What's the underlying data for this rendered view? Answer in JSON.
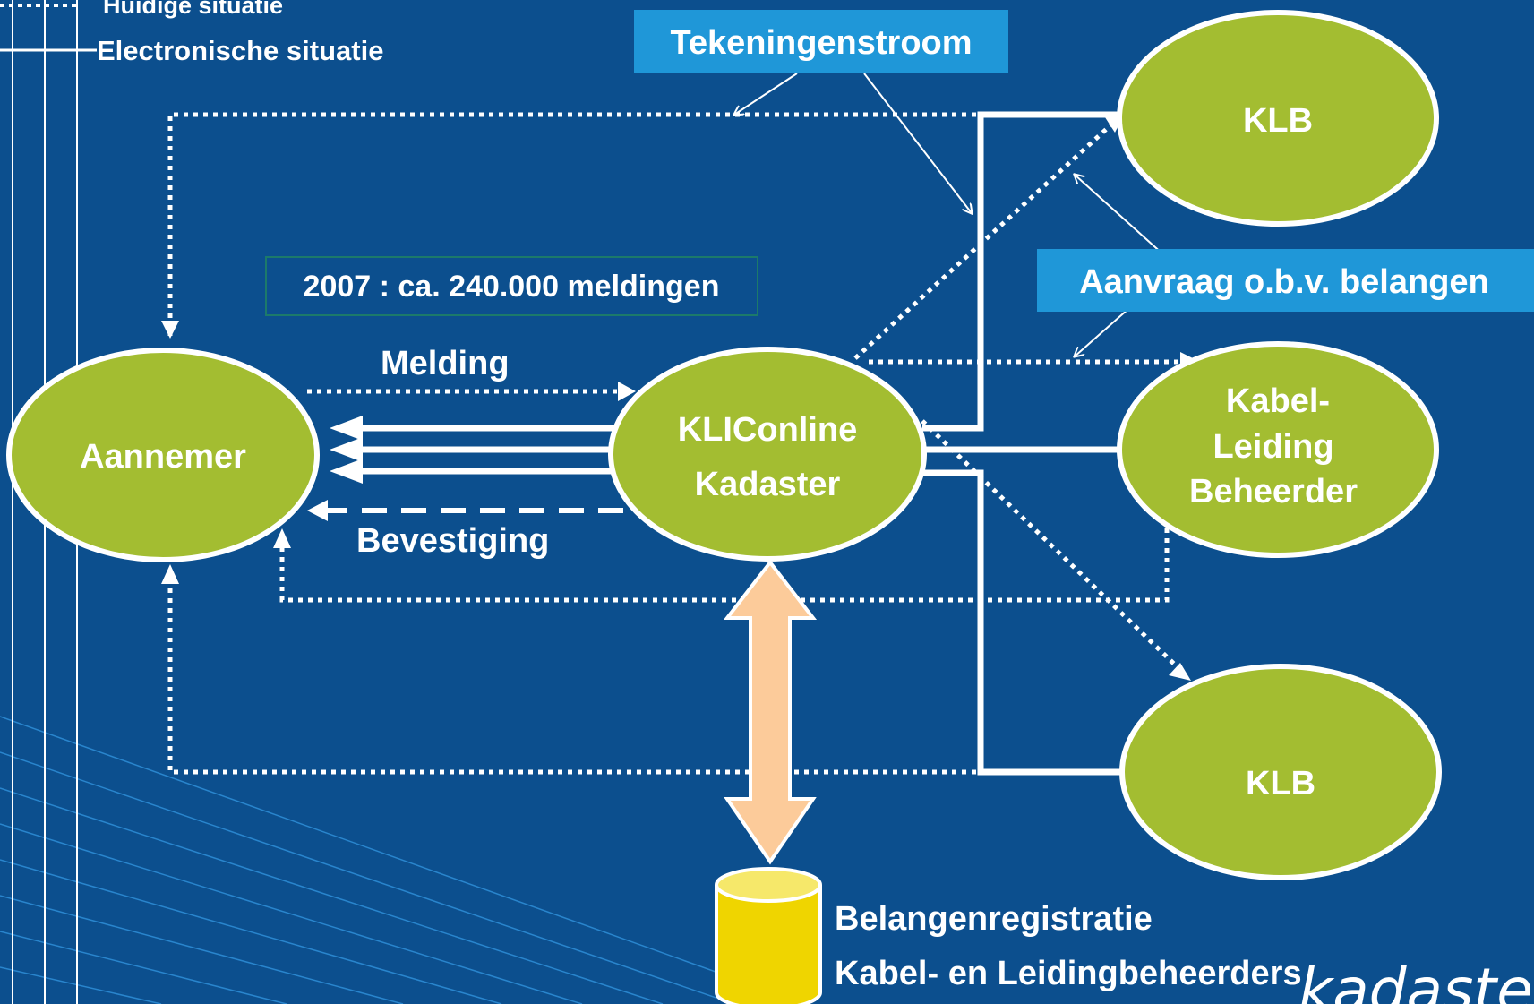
{
  "legend": {
    "current_label": "Huidige situatie",
    "electronic_label": "Electronische situatie"
  },
  "callouts": {
    "drawing_flow": "Tekeningenstroom",
    "request_basis": "Aanvraag o.b.v. belangen",
    "stat_2007": "2007 : ca. 240.000 meldingen"
  },
  "nodes": {
    "aannemer": "Aannemer",
    "kliconline_line1": "KLIConline",
    "kliconline_line2": "Kadaster",
    "klb_top": "KLB",
    "kabel_line1": "Kabel-",
    "kabel_line2": "Leiding",
    "kabel_line3": "Beheerder",
    "klb_bottom": "KLB"
  },
  "edges": {
    "melding": "Melding",
    "bevestiging": "Bevestiging"
  },
  "database": {
    "line1": "Belangenregistratie",
    "line2": "Kabel- en Leidingbeheerders"
  },
  "logo": "kadaster",
  "colors": {
    "background": "#0c4f8e",
    "node_fill": "#a3bd31",
    "callout_fill": "#1f97d8",
    "db_fill": "#efd500",
    "db_top": "#f6e86a",
    "big_arrow": "#fccb9a"
  }
}
